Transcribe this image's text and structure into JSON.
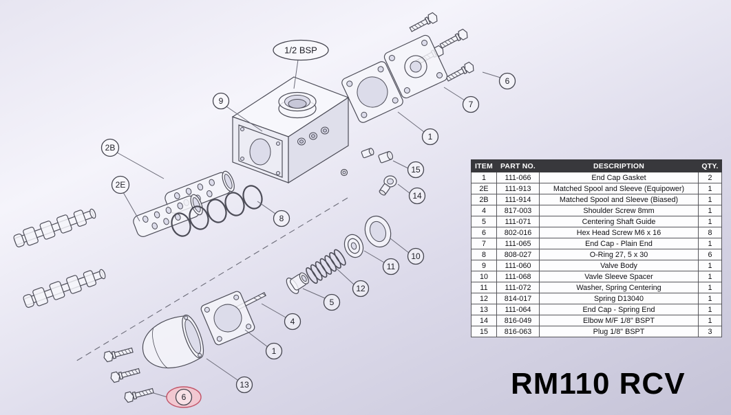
{
  "page": {
    "title": "RM110 RCV"
  },
  "diagram": {
    "callouts": {
      "bsp": "1/2 BSP",
      "c9": "9",
      "c2b": "2B",
      "c2e": "2E",
      "c8": "8",
      "c6_top": "6",
      "c7": "7",
      "c1_right": "1",
      "c15": "15",
      "c14": "14",
      "c10": "10",
      "c11": "11",
      "c12": "12",
      "c5": "5",
      "c4": "4",
      "c1_bottom": "1",
      "c13": "13",
      "c6_bottom": "6"
    },
    "highlight": {
      "fill": "#f4c5ce",
      "stroke": "#c2566a",
      "applies_to": "c6_bottom"
    }
  },
  "parts_table": {
    "headers": [
      "ITEM",
      "PART NO.",
      "DESCRIPTION",
      "QTY."
    ],
    "header_bg": "#38383c",
    "rows": [
      [
        "1",
        "111-066",
        "End Cap Gasket",
        "2"
      ],
      [
        "2E",
        "111-913",
        "Matched Spool and Sleeve (Equipower)",
        "1"
      ],
      [
        "2B",
        "111-914",
        "Matched Spool and Sleeve (Biased)",
        "1"
      ],
      [
        "4",
        "817-003",
        "Shoulder Screw 8mm",
        "1"
      ],
      [
        "5",
        "111-071",
        "Centering Shaft Guide",
        "1"
      ],
      [
        "6",
        "802-016",
        "Hex Head Screw M6 x 16",
        "8"
      ],
      [
        "7",
        "111-065",
        "End Cap - Plain End",
        "1"
      ],
      [
        "8",
        "808-027",
        "O-Ring 27, 5 x 30",
        "6"
      ],
      [
        "9",
        "111-060",
        "Valve Body",
        "1"
      ],
      [
        "10",
        "111-068",
        "Vavle Sleeve Spacer",
        "1"
      ],
      [
        "11",
        "111-072",
        "Washer, Spring Centering",
        "1"
      ],
      [
        "12",
        "814-017",
        "Spring D13040",
        "1"
      ],
      [
        "13",
        "111-064",
        "End Cap - Spring End",
        "1"
      ],
      [
        "14",
        "816-049",
        "Elbow M/F 1/8\" BSPT",
        "1"
      ],
      [
        "15",
        "816-063",
        "Plug 1/8\" BSPT",
        "3"
      ]
    ]
  }
}
